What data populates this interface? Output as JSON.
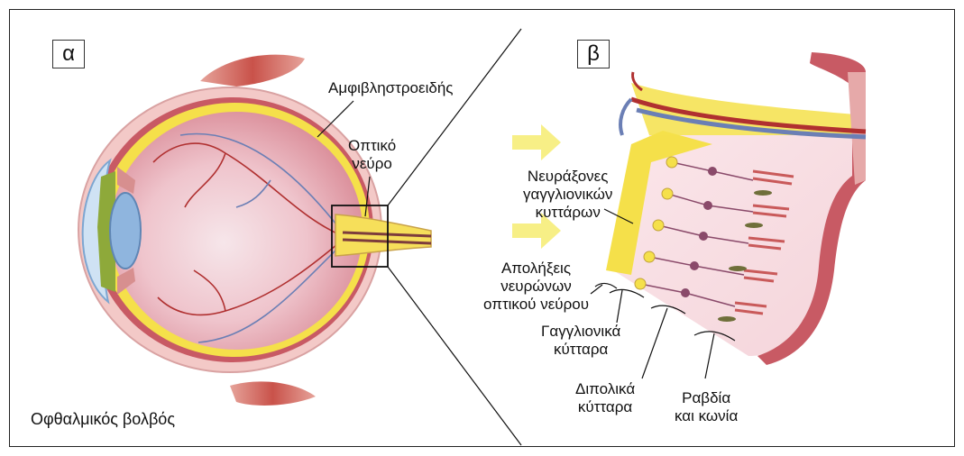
{
  "panels": {
    "a": "α",
    "b": "β"
  },
  "eye": {
    "title": "Οφθαλμικός βολβός",
    "retina": "Αμφιβληστροειδής",
    "optic_nerve": [
      "Οπτικό",
      "νεύρο"
    ]
  },
  "retina_detail": {
    "ganglion_axons": [
      "Νευράξονες",
      "γαγγλιονικών",
      "κυττάρων"
    ],
    "nerve_endings": [
      "Απολήξεις",
      "νευρώνων",
      "οπτικού νεύρου"
    ],
    "ganglion_cells": [
      "Γαγγλιονικά",
      "κύτταρα"
    ],
    "bipolar_cells": [
      "Διπολικά",
      "κύτταρα"
    ],
    "rods_cones": [
      "Ραβδία",
      "και κωνία"
    ]
  },
  "colors": {
    "sclera": "#f3c9c7",
    "retina_yellow": "#f5e04a",
    "eye_interior": "#d98a96",
    "muscle": "#c9524a",
    "vessel_red": "#b03030",
    "vessel_blue": "#6b7fb5",
    "cornea_blue": "#8fb5de",
    "iris_green": "#8ea93a",
    "neuron_purple": "#8a4a6a",
    "light_arrow": "#f7ef86"
  }
}
